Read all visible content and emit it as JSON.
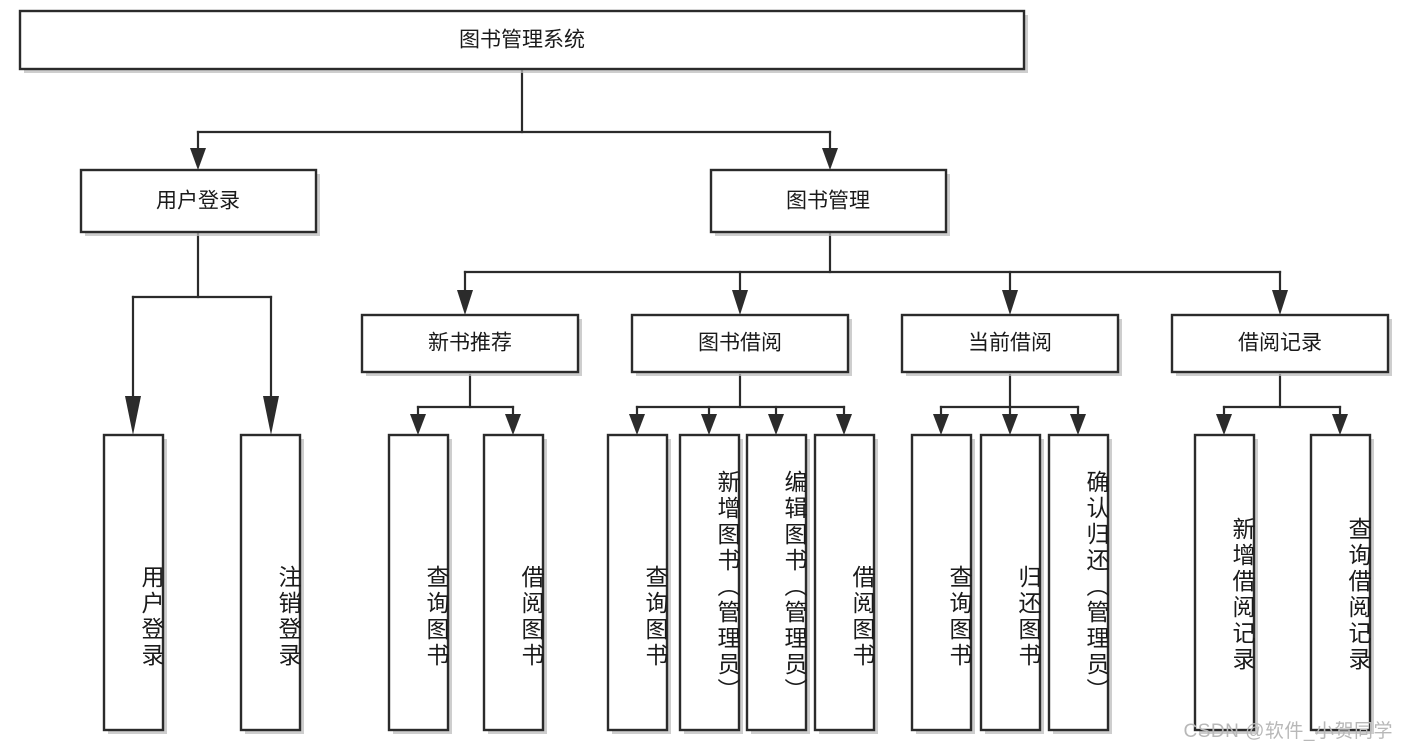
{
  "diagram": {
    "title": "图书管理系统",
    "watermark": "CSDN @软件_小贺同学",
    "colors": {
      "stroke": "#2b2b2b",
      "fill": "#ffffff",
      "shadow": "#bdbdbd",
      "text": "#1a1a1a",
      "watermark": "#b8b8b8"
    },
    "levels": {
      "root": {
        "label": "图书管理系统",
        "orientation": "horizontal"
      },
      "level2": [
        {
          "label": "用户登录",
          "orientation": "horizontal"
        },
        {
          "label": "图书管理",
          "orientation": "horizontal"
        }
      ],
      "level3": [
        {
          "label": "新书推荐",
          "orientation": "horizontal",
          "parent": "图书管理"
        },
        {
          "label": "图书借阅",
          "orientation": "horizontal",
          "parent": "图书管理"
        },
        {
          "label": "当前借阅",
          "orientation": "horizontal",
          "parent": "图书管理"
        },
        {
          "label": "借阅记录",
          "orientation": "horizontal",
          "parent": "图书管理"
        }
      ],
      "leaves": [
        {
          "label": "用户登录",
          "orientation": "vertical",
          "parent": "用户登录"
        },
        {
          "label": "注销登录",
          "orientation": "vertical",
          "parent": "用户登录"
        },
        {
          "label": "查询图书",
          "orientation": "vertical",
          "parent": "新书推荐"
        },
        {
          "label": "借阅图书",
          "orientation": "vertical",
          "parent": "新书推荐"
        },
        {
          "label": "查询图书",
          "orientation": "vertical",
          "parent": "图书借阅"
        },
        {
          "label": "新增图书（管理员）",
          "orientation": "vertical",
          "parent": "图书借阅"
        },
        {
          "label": "编辑图书（管理员）",
          "orientation": "vertical",
          "parent": "图书借阅"
        },
        {
          "label": "借阅图书",
          "orientation": "vertical",
          "parent": "图书借阅"
        },
        {
          "label": "查询图书",
          "orientation": "vertical",
          "parent": "当前借阅"
        },
        {
          "label": "归还图书",
          "orientation": "vertical",
          "parent": "当前借阅"
        },
        {
          "label": "确认归还（管理员）",
          "orientation": "vertical",
          "parent": "当前借阅"
        },
        {
          "label": "新增借阅记录",
          "orientation": "vertical",
          "parent": "借阅记录"
        },
        {
          "label": "查询借阅记录",
          "orientation": "vertical",
          "parent": "借阅记录"
        }
      ]
    }
  }
}
